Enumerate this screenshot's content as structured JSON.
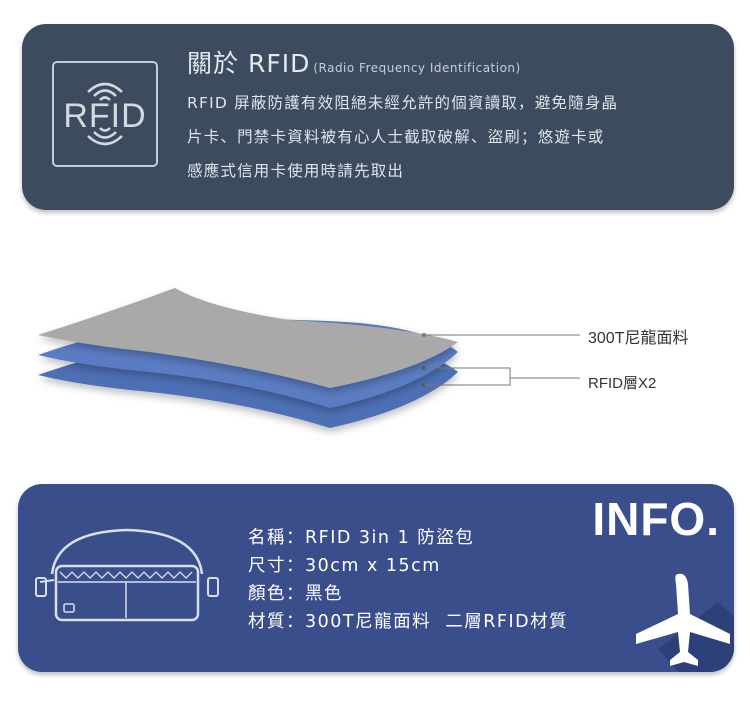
{
  "rfid_info": {
    "logo_text": "RFID",
    "title": "關於 RFID",
    "title_sub": "(Radio Frequency Identification)",
    "description_lines": [
      "RFID 屏蔽防護有效阻絕未經允許的個資讀取，避免隨身晶",
      "片卡、門禁卡資料被有心人士截取破解、盜刷；悠遊卡或",
      "感應式信用卡使用時請先取出"
    ]
  },
  "layers": {
    "top_label": "300T尼龍面料",
    "rfid_label": "RFID層X2",
    "colors": {
      "nylon": "#a9a9a9",
      "rfid": "#4e6fb5"
    }
  },
  "product_info": {
    "heading": "INFO.",
    "specs": [
      {
        "label": "名稱",
        "value": "RFID 3in 1 防盜包"
      },
      {
        "label": "尺寸",
        "value": "30cm x 15cm"
      },
      {
        "label": "顏色",
        "value": "黑色"
      },
      {
        "label": "材質",
        "value": "300T尼龍面料  二層RFID材質"
      }
    ],
    "separator": "：",
    "icons": [
      "waist-pouch-icon",
      "airplane-icon"
    ]
  },
  "colors": {
    "rfid_panel": "#3c4c5e",
    "info_panel": "#3a4e8c"
  }
}
